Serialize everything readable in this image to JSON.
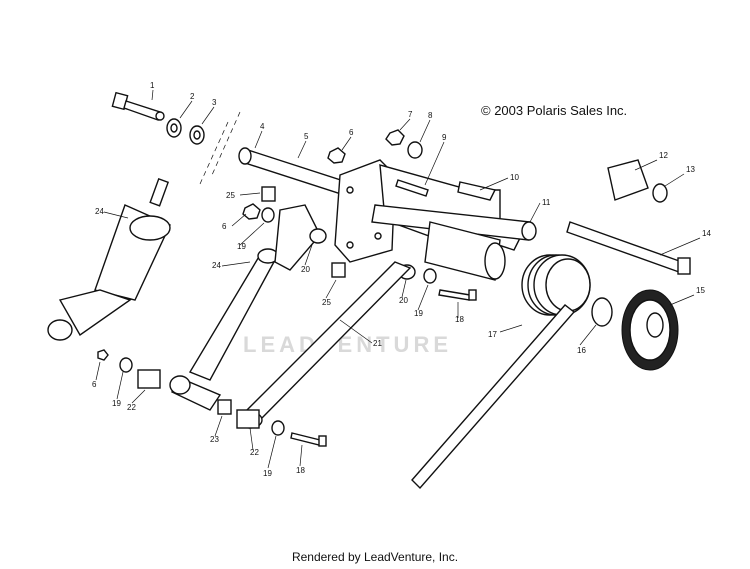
{
  "copyright": "© 2003 Polaris Sales Inc.",
  "footer": "Rendered by LeadVenture, Inc.",
  "watermark": "LEADVENTURE",
  "callouts": [
    "1",
    "2",
    "3",
    "4",
    "5",
    "6",
    "7",
    "8",
    "9",
    "10",
    "11",
    "12",
    "13",
    "14",
    "15",
    "16",
    "17",
    "18",
    "19",
    "20",
    "21",
    "22",
    "23",
    "24",
    "25"
  ],
  "extra_callouts": {
    "c6b": "6",
    "c6c": "6",
    "c19b": "19",
    "c19c": "19",
    "c19d": "19",
    "c20b": "20",
    "c22b": "22",
    "c24b": "24",
    "c25b": "25",
    "c18b": "18"
  }
}
